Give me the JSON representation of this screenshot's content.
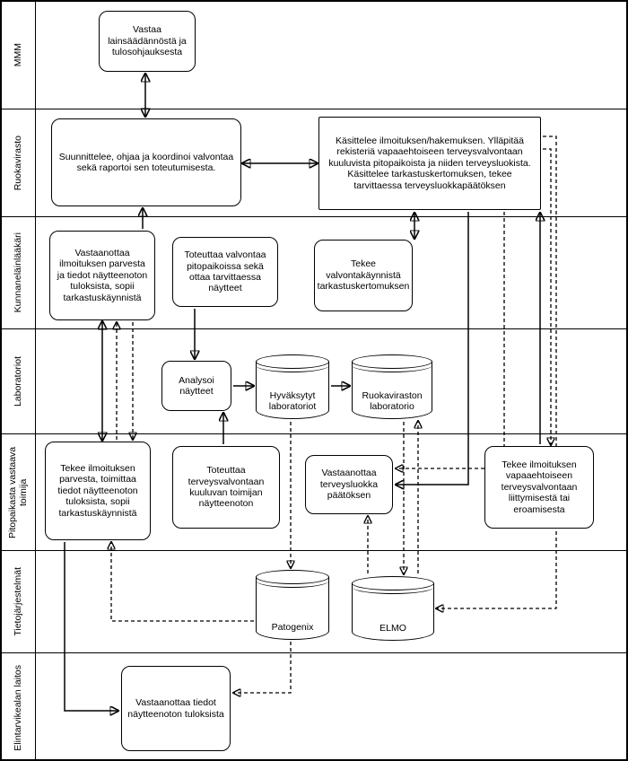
{
  "colors": {
    "border": "#000000",
    "background": "#ffffff",
    "text": "#000000"
  },
  "lanes": [
    {
      "label": "MMM"
    },
    {
      "label": "Ruokavirasto"
    },
    {
      "label": "Kunnaneläinlääkäri"
    },
    {
      "label": "Laboratoriot"
    },
    {
      "label": "Pitopaikasta vastaava toimija"
    },
    {
      "label": "Tietojärjestelmät"
    },
    {
      "label": "Elintarvikealan laitos"
    }
  ],
  "nodes": {
    "mvm": "Vastaa lainsäädännöstä ja tulosohjauksesta",
    "suunnittelee": "Suunnittelee, ohjaa ja koordinoi valvontaa sekä raportoi sen toteutumisesta.",
    "kasittelee": "Käsittelee ilmoituksen/hakemuksen. Ylläpitää rekisteriä vapaaehtoiseen terveysvalvontaan kuuluvista pitopaikoista ja niiden terveysluokista. Käsittelee tarkastuskertomuksen, tekee tarvittaessa terveysluokkapäätöksen",
    "vet_vastaanottaa": "Vastaanottaa ilmoituksen parvesta ja tiedot näytteenoton tuloksista, sopii tarkastuskäynnistä",
    "vet_toteuttaa": "Toteuttaa valvontaa pitopaikoissa sekä ottaa tarvittaessa näytteet",
    "vet_tekee": "Tekee valvontakäynnistä tarkastuskertomuksen",
    "analysoi": "Analysoi näytteet",
    "hyvaksytyt": "Hyväksytyt laboratoriot",
    "ruokavirasto_lab": "Ruokaviraston laboratorio",
    "op_tekee_ilmoituksen": "Tekee ilmoituksen parvesta, toimittaa tiedot näytteenoton tuloksista, sopii tarkastuskäynnistä",
    "op_toteuttaa": "Toteuttaa terveysvalvontaan kuuluvan toimijan näytteenoton",
    "op_vastaanottaa": "Vastaanottaa terveysluokka päätöksen",
    "op_tekee_vapaaehtoinen": "Tekee ilmoituksen vapaaehtoiseen terveysvalvontaan liittymisestä tai eroamisesta",
    "patogenix": "Patogenix",
    "elmo": "ELMO",
    "laitos_vastaanottaa": "Vastaanottaa tiedot näytteenoton tuloksista"
  },
  "edges": [
    {
      "from": "mvm",
      "to": "suunnittelee",
      "style": "solid",
      "direction": "both"
    },
    {
      "from": "suunnittelee",
      "to": "kasittelee",
      "style": "solid",
      "direction": "both"
    },
    {
      "from": "vet_vastaanottaa",
      "to": "suunnittelee",
      "style": "solid",
      "direction": "up"
    },
    {
      "from": "op_tekee_ilmoituksen",
      "to": "vet_vastaanottaa",
      "style": "solid",
      "direction": "both"
    },
    {
      "from": "op_tekee_ilmoituksen",
      "to": "vet_vastaanottaa",
      "style": "dashed",
      "direction": "both"
    },
    {
      "from": "vet_toteuttaa",
      "to": "analysoi",
      "style": "solid",
      "direction": "down"
    },
    {
      "from": "analysoi",
      "to": "hyvaksytyt",
      "style": "solid",
      "direction": "right"
    },
    {
      "from": "hyvaksytyt",
      "to": "ruokavirasto_lab",
      "style": "solid",
      "direction": "right"
    },
    {
      "from": "vet_tekee",
      "to": "kasittelee",
      "style": "solid",
      "direction": "both"
    },
    {
      "from": "op_toteuttaa",
      "to": "analysoi",
      "style": "solid",
      "direction": "up"
    },
    {
      "from": "op_tekee_ilmoituksen",
      "to": "laitos_vastaanottaa",
      "style": "solid",
      "direction": "right"
    },
    {
      "from": "kasittelee",
      "to": "op_vastaanottaa",
      "style": "solid",
      "direction": "down"
    },
    {
      "from": "kasittelee",
      "to": "op_vastaanottaa",
      "style": "dashed",
      "direction": "down"
    },
    {
      "from": "op_tekee_vapaaehtoinen",
      "to": "kasittelee",
      "style": "solid",
      "direction": "up"
    },
    {
      "from": "kasittelee",
      "to": "op_tekee_vapaaehtoinen",
      "style": "dashed",
      "direction": "down"
    },
    {
      "from": "hyvaksytyt",
      "to": "patogenix",
      "style": "dashed",
      "direction": "down"
    },
    {
      "from": "ruokavirasto_lab",
      "to": "elmo",
      "style": "dashed",
      "direction": "both"
    },
    {
      "from": "kasittelee",
      "to": "elmo",
      "style": "dashed",
      "direction": "down"
    },
    {
      "from": "elmo",
      "to": "op_vastaanottaa",
      "style": "dashed",
      "direction": "up"
    },
    {
      "from": "patogenix",
      "to": "op_tekee_ilmoituksen",
      "style": "dashed",
      "direction": "up"
    },
    {
      "from": "patogenix",
      "to": "laitos_vastaanottaa",
      "style": "dashed",
      "direction": "left"
    }
  ]
}
